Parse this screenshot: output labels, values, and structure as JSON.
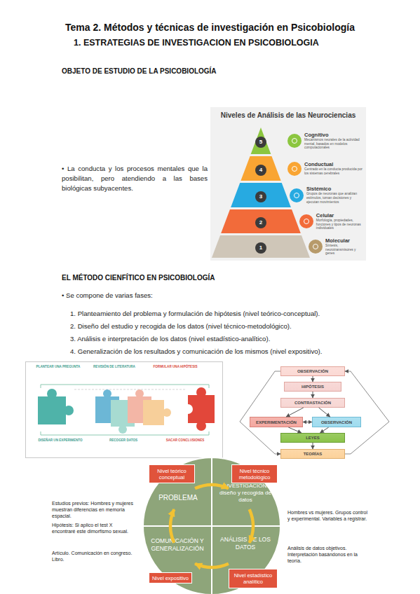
{
  "diagram": {
    "title": "Tema 2. Métodos y técnicas de investigación en Psicobiología",
    "nodes": [
      {
        "text": [
          "5",
          "Cognitivo",
          "Mecanismos neurales de la actividad mental, basados en modelos computacionales"
        ]
      },
      {
        "text": [
          "4",
          "Conductual",
          "Centrado en la conducta producida por los sistemas cerebrales"
        ]
      },
      {
        "text": [
          "3",
          "Sistémico",
          "Grupos de neuronas que analizan estímulos, toman decisiones y ejecutan movimientos"
        ]
      },
      {
        "text": [
          "2",
          "Celular",
          "Morfología, propiedades, funciones y tipos de neuronas individuales"
        ]
      },
      {
        "text": [
          "1",
          "Molecular",
          "Síntesis, neurotransmisores y genes"
        ]
      },
      {
        "text": [
          "OBSERVACIÓN"
        ]
      },
      {
        "text": [
          "HIPÓTESIS"
        ]
      },
      {
        "text": [
          "CONTRASTACIÓN"
        ]
      },
      {
        "text": [
          "EXPERIMENTACIÓN"
        ]
      },
      {
        "text": [
          "OBSERVACIÓN"
        ]
      },
      {
        "text": [
          "LEYES"
        ]
      },
      {
        "text": [
          "TEORÍAS"
        ]
      },
      {
        "text": [
          "Nivel teórico conceptual"
        ]
      },
      {
        "text": [
          "Nivel técnico metodológico"
        ]
      },
      {
        "text": [
          "PROBLEMA"
        ]
      },
      {
        "text": [
          "PLAN DE INVESTIGACIÓN: diseño y recogida de datos"
        ]
      },
      {
        "text": [
          "COMUNICACIÓN Y GENERALIZACIÓN"
        ]
      },
      {
        "text": [
          "ANÁLISIS DE LOS DATOS"
        ]
      },
      {
        "text": [
          "Nivel expositivo"
        ]
      },
      {
        "text": [
          "Nivel estadístico analítico"
        ]
      }
    ],
    "edges": [
      {
        "from": 5,
        "to": 6,
        "arrow": "to"
      },
      {
        "from": 6,
        "to": 7,
        "arrow": "to"
      },
      {
        "from": 7,
        "to": 8,
        "arrow": "to"
      },
      {
        "from": 7,
        "to": 9,
        "arrow": "to"
      },
      {
        "from": 8,
        "to": 9,
        "arrow": "both"
      },
      {
        "from": 8,
        "to": 10,
        "arrow": "to"
      },
      {
        "from": 9,
        "to": 10,
        "arrow": "to"
      },
      {
        "from": 10,
        "to": 11,
        "arrow": "to"
      },
      {
        "from": 11,
        "to": 5,
        "arrow": "to"
      },
      {
        "from": 5,
        "to": 11,
        "arrow": "to"
      },
      {
        "from": 14,
        "to": 15,
        "arrow": "to"
      },
      {
        "from": 15,
        "to": 17,
        "arrow": "to"
      },
      {
        "from": 17,
        "to": 16,
        "arrow": "to"
      },
      {
        "from": 16,
        "to": 14,
        "arrow": "to"
      }
    ],
    "labels": [
      "1. ESTRATEGIAS DE INVESTIGACION EN PSICOBIOLOGIA",
      "OBJETO DE ESTUDIO DE LA PSICOBIOLOGÍA",
      "• La conducta y los procesos mentales que la posibilitan, pero atendiendo a las bases biológicas subyacentes.",
      "Niveles de Análisis de las Neurociencias",
      "EL MÉTODO CIENFÍTICO EN PSICOBIOLOGÍA",
      "• Se compone de varias fases:",
      "1. Planteamiento del problema y formulación de hipótesis (nivel teórico-conceptual).",
      "2. Diseño del estudio y recogida de los datos (nivel técnico-metodológico).",
      "3. Análisis e interpretación de los datos (nivel estadístico-analítico).",
      "4. Generalización de los resultados y comunicación de los mismos (nivel expositivo).",
      "PLANTEAR UNA PREGUNTA",
      "REVISIÓN DE LITERATURA",
      "FORMULAR UNA HIPÓTESIS",
      "DISEÑAR UN EXPERIMENTO",
      "RECOGER DATOS",
      "SACAR CONCLUSIONES",
      "Estudios previos: Hombres y mujeres muestran diferencias en memoria espacial.",
      "Hipótesis: Si aplico el test X encontraré este dimorfismo sexual.",
      "Artículo. Comunicación en congreso. Libro.",
      "Hombres vs mujeres. Grupos control y experimental. Variables a registrar.",
      "Análisis de datos objetivos. Interpretación basándonos en la teoría."
    ]
  }
}
